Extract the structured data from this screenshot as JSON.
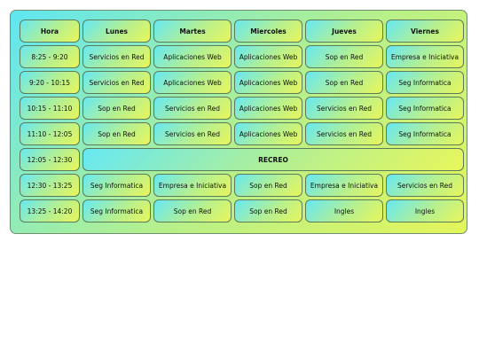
{
  "headers": [
    "Hora",
    "Lunes",
    "Martes",
    "Miercoles",
    "Jueves",
    "Viernes"
  ],
  "rows": [
    {
      "time": "8:25 - 9:20",
      "cells": [
        "Servicios en Red",
        "Aplicaciones Web",
        "Aplicaciones Web",
        "Sop en Red",
        "Empresa e Iniciativa"
      ]
    },
    {
      "time": "9:20 - 10:15",
      "cells": [
        "Servicios en Red",
        "Aplicaciones Web",
        "Aplicaciones Web",
        "Sop en Red",
        "Seg Informatica"
      ]
    },
    {
      "time": "10:15 - 11:10",
      "cells": [
        "Sop en Red",
        "Servicios en Red",
        "Aplicaciones Web",
        "Servicios en Red",
        "Seg Informatica"
      ]
    },
    {
      "time": "11:10 - 12:05",
      "cells": [
        "Sop en Red",
        "Servicios en Red",
        "Aplicaciones Web",
        "Servicios en Red",
        "Seg Informatica"
      ]
    },
    {
      "time": "12:05 - 12:30",
      "break": "RECREO"
    },
    {
      "time": "12:30 - 13:25",
      "cells": [
        "Seg Informatica",
        "Empresa e Iniciativa",
        "Sop en Red",
        "Empresa e Iniciativa",
        "Servicios en Red"
      ]
    },
    {
      "time": "13:25 - 14:20",
      "cells": [
        "Seg Informatica",
        "Sop en Red",
        "Sop en Red",
        "Ingles",
        "Ingles"
      ]
    }
  ],
  "colors": {
    "gradient_start": "#5fe6f2",
    "gradient_mid": "#b7f08a",
    "gradient_end": "#e4f55a",
    "border": "#5d7a5d"
  }
}
